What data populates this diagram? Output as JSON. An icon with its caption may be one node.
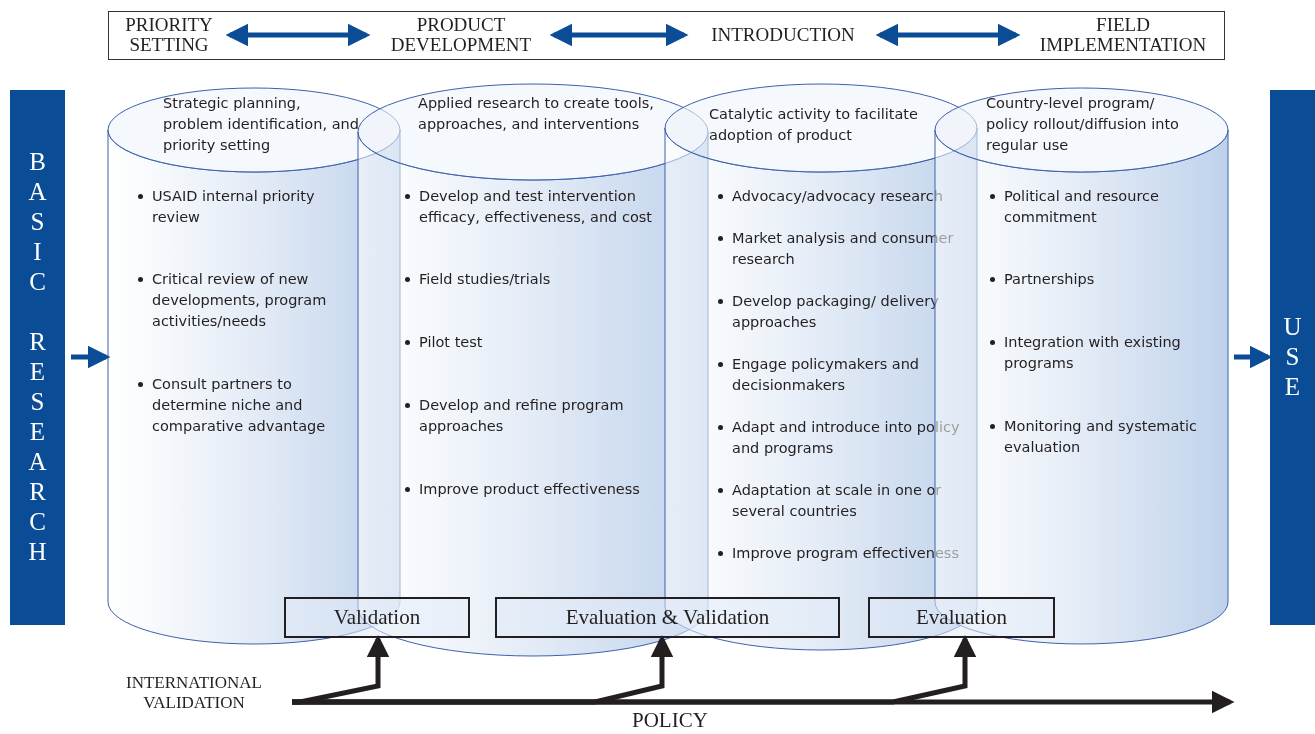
{
  "diagram": {
    "nodes": [
      {
        "text": [],
        "shape": "box"
      },
      {
        "text": [
          "PRIORITY SETTING"
        ],
        "in": 0
      },
      {
        "text": [
          "PRODUCT DEVELOPMENT"
        ],
        "in": 0
      },
      {
        "text": [
          "INTRODUCTION"
        ],
        "in": 0
      },
      {
        "text": [
          "FIELD IMPLEMENTATION"
        ],
        "in": 0
      },
      {
        "text": [
          "BASIC RESEARCH"
        ]
      },
      {
        "text": [
          "Strategic planning, problem identification, and priority setting",
          "USAID internal priority review",
          "Critical review of new developments, program activities/needs",
          "Consult partners to determine niche and comparative advantage"
        ]
      },
      {
        "text": [
          "Applied research to create tools, approaches, and interventions",
          "Develop and test intervention efficacy, effectiveness, and cost",
          "Field studies/trials",
          "Pilot test",
          "Develop and refine program approaches",
          "Improve product effectiveness"
        ]
      },
      {
        "text": [
          "Catalytic activity to facilitate adoption of product",
          "Advocacy/advocacy research",
          "Market analysis and consumer research",
          "Develop packaging/ delivery approaches",
          "Engage policymakers and decisionmakers",
          "Adapt and introduce into policy and programs",
          "Adaptation at scale in one or several countries",
          "Improve program effectiveness"
        ]
      },
      {
        "text": [
          "Country-level program/ policy rollout/diffusion into regular use",
          "Political and resource commitment",
          "Partnerships",
          "Integration with existing programs",
          "Monitoring and systematic evaluation"
        ]
      },
      {
        "text": [
          "USE"
        ]
      },
      {
        "text": [
          "Validation"
        ]
      },
      {
        "text": [
          "Evaluation & Validation"
        ]
      },
      {
        "text": [
          "Evaluation"
        ]
      },
      {
        "text": [
          "INTERNATIONAL VALIDATION"
        ]
      }
    ],
    "edges": [
      {
        "from": 1,
        "to": 2,
        "arrow": "both"
      },
      {
        "from": 2,
        "to": 3,
        "arrow": "both"
      },
      {
        "from": 3,
        "to": 4,
        "arrow": "both"
      },
      {
        "from": 5,
        "to": 6,
        "arrow": "to"
      },
      {
        "from": 9,
        "to": 10,
        "arrow": "to"
      },
      {
        "from": 14,
        "to": null,
        "arrow": "to",
        "label": "POLICY",
        "color": "#231f20"
      },
      {
        "from": 14,
        "to": 11,
        "arrow": "to",
        "color": "#231f20"
      },
      {
        "from": 14,
        "to": 12,
        "arrow": "to",
        "color": "#231f20"
      },
      {
        "from": 14,
        "to": 13,
        "arrow": "to",
        "color": "#231f20"
      }
    ]
  }
}
